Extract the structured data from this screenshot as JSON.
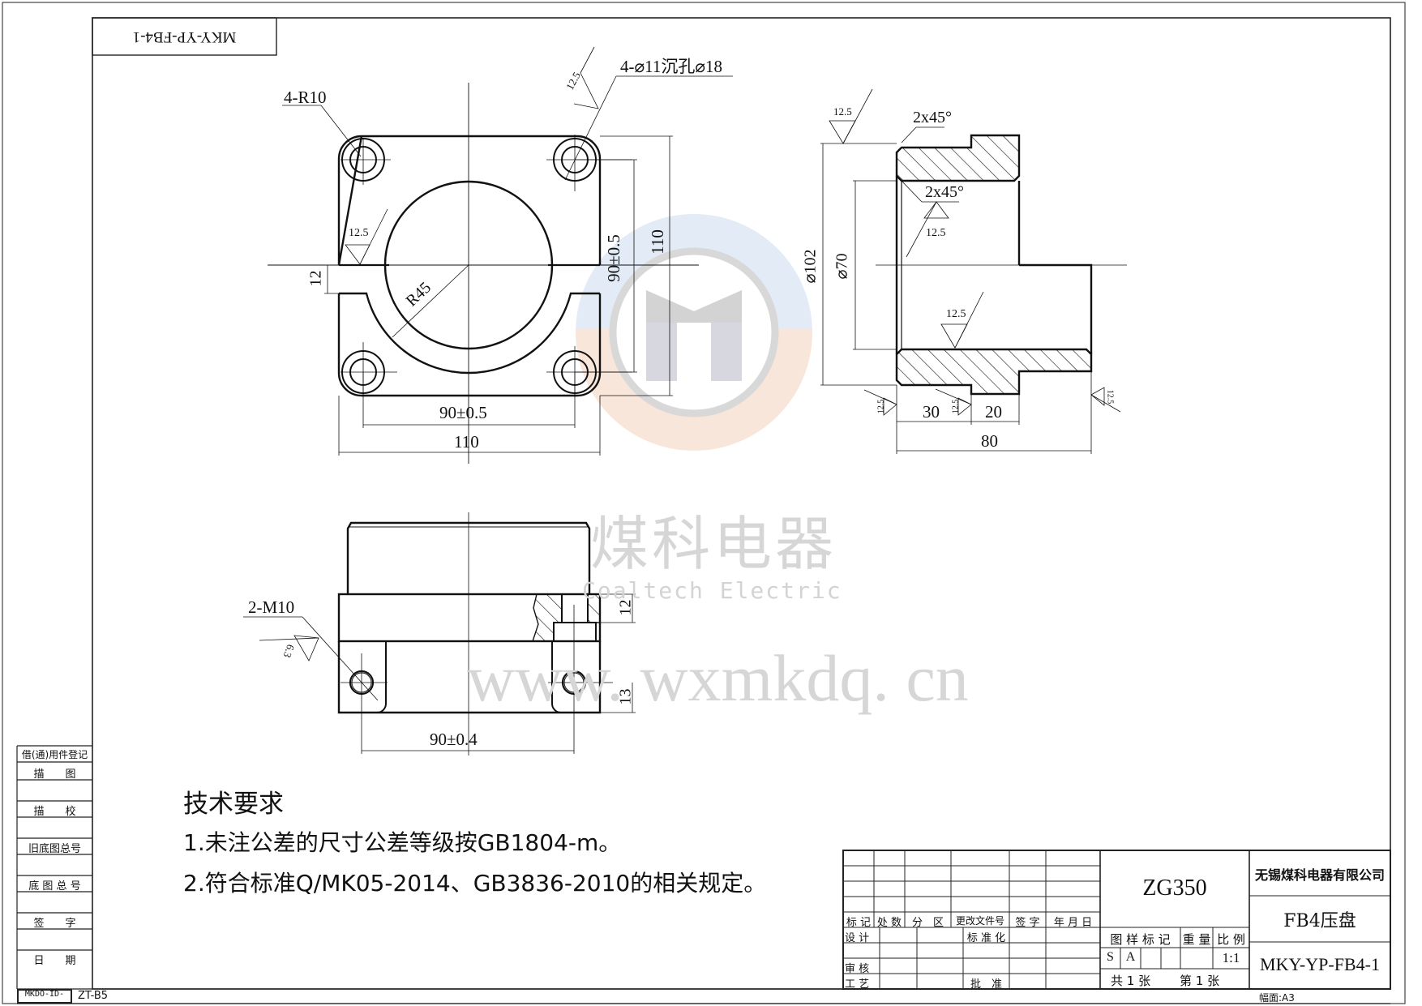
{
  "drawing": {
    "stamp_code_mirrored": "MKY-YP-FB4-1",
    "views": {
      "plan": {
        "corner_radius_label": "4-R10",
        "hole_label": "4-⌀11沉孔⌀18",
        "roughness_hole": "12.5",
        "roughness_slot": "12.5",
        "slot_width": "12",
        "bore_radius": "R45",
        "hole_spacing_v": "90±0.5",
        "overall_v": "110",
        "hole_spacing_h": "90±0.5",
        "overall_h": "110"
      },
      "section": {
        "roughness_top": "12.5",
        "chamfer_outer": "2x45°",
        "chamfer_inner": "2x45°",
        "roughness_inner_1": "12.5",
        "roughness_inner_2": "12.5",
        "outer_dia": "⌀102",
        "inner_dia": "⌀70",
        "roughness_left": "12.5",
        "roughness_mid": "12.5",
        "roughness_right": "12.5",
        "len_30": "30",
        "len_20": "20",
        "len_80": "80"
      },
      "front": {
        "thread_label": "2-M10",
        "roughness": "6.3",
        "height_12": "12",
        "height_13": "13",
        "hole_spacing": "90±0.4"
      }
    },
    "watermark": {
      "cn": "煤科电器",
      "en": "Coaltech Electric",
      "url": "www. wxmkdq. cn",
      "logo_colors": {
        "top": "#dde8f5",
        "bottom": "#f8e0d4",
        "ring": "#cfcfcf",
        "letter": "#c8c8d8"
      }
    },
    "notes": {
      "title": "技术要求",
      "items": [
        "1.未注公差的尺寸公差等级按GB1804-m。",
        "2.符合标准Q/MK05-2014、GB3836-2010的相关规定。"
      ]
    }
  },
  "side_column": {
    "rows": [
      "借(通)用件登记",
      "描　　图",
      "描　　校",
      "旧底图总号",
      "底 图 总 号",
      "签　　字",
      "日　　期"
    ]
  },
  "footer": {
    "id_stamp": "MKDO-ID-",
    "code": "ZT-B5",
    "sheet_size": "幅面:A3"
  },
  "title_block": {
    "revision_headers": [
      "标 记",
      "处 数",
      "分　区",
      "更改文件号",
      "签 字",
      "年 月 日"
    ],
    "roles": {
      "design": "设 计",
      "standardize": "标 准 化",
      "review": "审 核",
      "process": "工 艺",
      "approve": "批　准"
    },
    "material": "ZG350",
    "stage_mark_header": "图 样 标 记",
    "weight_header": "重 量",
    "scale_header": "比 例",
    "stage_marks": [
      "S",
      "A",
      "",
      ""
    ],
    "weight": "",
    "scale": "1:1",
    "sheets_total": "共 1 张",
    "sheet_no": "第 1 张",
    "company": "无锡煤科电器有限公司",
    "part_name": "FB4压盘",
    "drawing_no": "MKY-YP-FB4-1"
  }
}
